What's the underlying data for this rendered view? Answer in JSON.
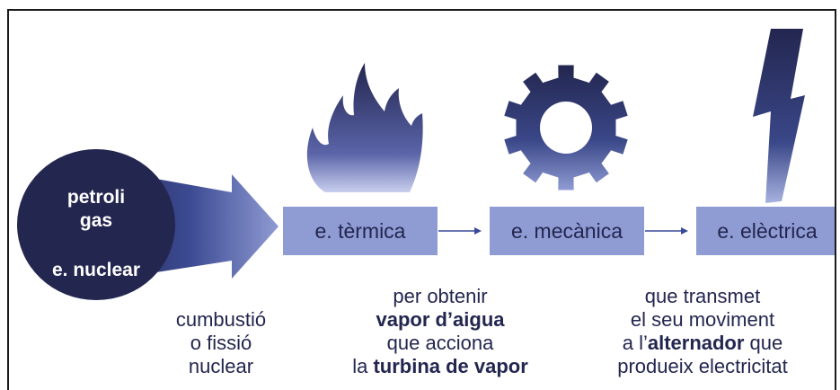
{
  "sources": [
    "petroli",
    "gas",
    "e. nuclear"
  ],
  "boxes": [
    "e. tèrmica",
    "e. mecànica",
    "e. elèctrica"
  ],
  "process1": [
    "cumbustió",
    "o fissió",
    "nuclear"
  ],
  "process2": {
    "line1": "per obtenir",
    "line2_bold": "vapor d’aigua",
    "line3": "que acciona",
    "line4_prefix": "la ",
    "line4_bold": "turbina de vapor"
  },
  "process3": {
    "line1": "que transmet",
    "line2": "el seu moviment",
    "line3_prefix": "a l’",
    "line3_bold": "alternador",
    "line3_suffix": " que",
    "line4": "produeix electricitat"
  },
  "colors": {
    "dark": "#23264f",
    "box": "#8f9bd3",
    "arrow": "#3a4a9a"
  },
  "icons": [
    "flame-icon",
    "gear-icon",
    "lightning-icon"
  ]
}
